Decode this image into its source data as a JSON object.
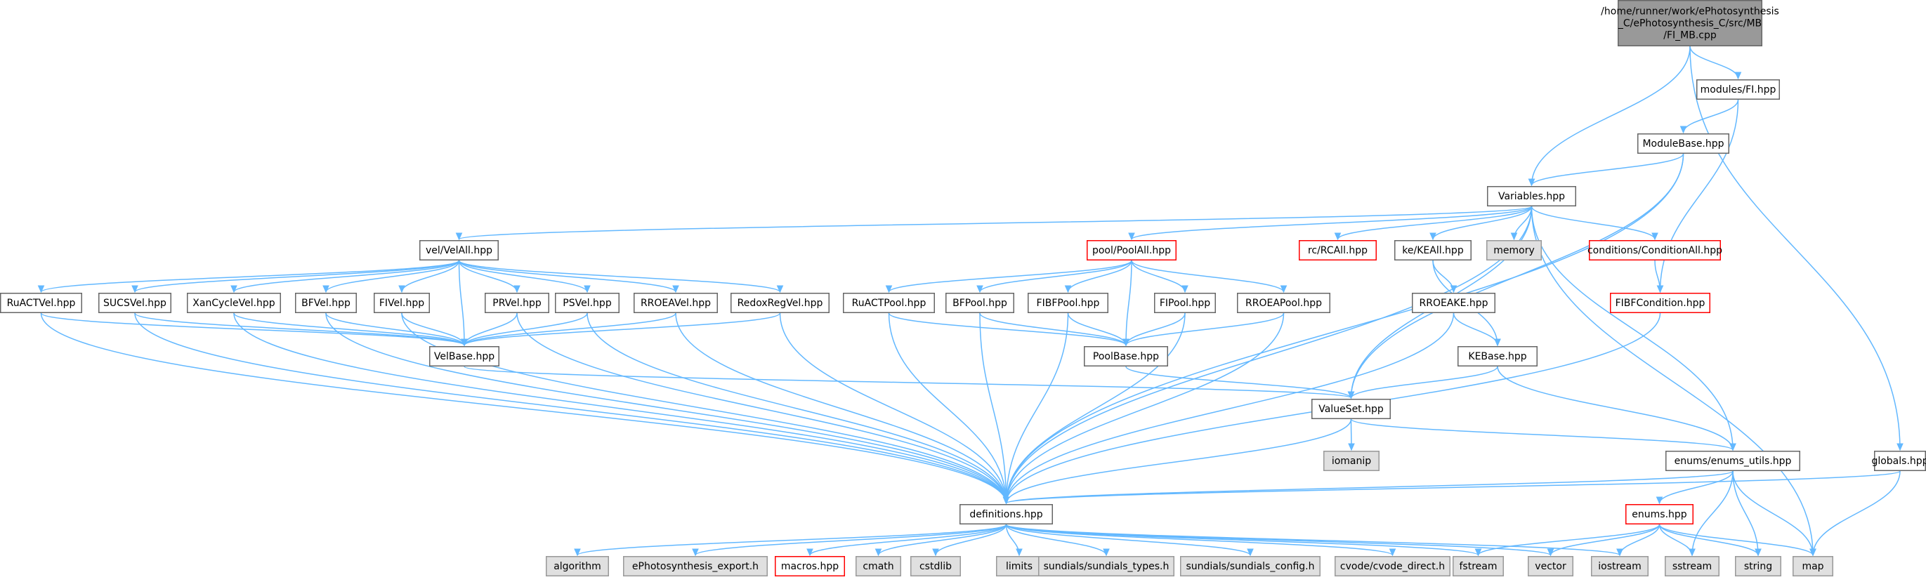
{
  "title": "/home/runner/work/ePhotosynthesis_C/ePhotosynthesis_C/src/MB/FI_MB.cpp",
  "colors": {
    "edge": "#63b8ff",
    "root_fill": "#999999",
    "root_border": "#666666",
    "header_border": "#666666",
    "system_fill": "#e0e0e0",
    "system_border": "#999999",
    "incomplete_border": "#ff0000"
  },
  "nodes": [
    {
      "id": "root",
      "kind": "root",
      "lines": [
        "/home/runner/work/ePhotosynthesis",
        "_C/ePhotosynthesis_C/src/MB",
        "/FI_MB.cpp"
      ]
    },
    {
      "id": "fi",
      "kind": "header",
      "lines": [
        "modules/FI.hpp"
      ]
    },
    {
      "id": "modulebase",
      "kind": "header",
      "lines": [
        "ModuleBase.hpp"
      ]
    },
    {
      "id": "variables",
      "kind": "header",
      "lines": [
        "Variables.hpp"
      ]
    },
    {
      "id": "velall",
      "kind": "header",
      "lines": [
        "vel/VelAll.hpp"
      ]
    },
    {
      "id": "poolall",
      "kind": "incomplete",
      "lines": [
        "pool/PoolAll.hpp"
      ]
    },
    {
      "id": "rcall",
      "kind": "incomplete",
      "lines": [
        "rc/RCAll.hpp"
      ]
    },
    {
      "id": "keall",
      "kind": "header",
      "lines": [
        "ke/KEAll.hpp"
      ]
    },
    {
      "id": "memory",
      "kind": "system",
      "lines": [
        "memory"
      ]
    },
    {
      "id": "condall",
      "kind": "incomplete",
      "lines": [
        "conditions/ConditionAll.hpp"
      ]
    },
    {
      "id": "rubactvel",
      "kind": "header",
      "lines": [
        "RuACTVel.hpp"
      ]
    },
    {
      "id": "sucsvel",
      "kind": "header",
      "lines": [
        "SUCSVel.hpp"
      ]
    },
    {
      "id": "xanvel",
      "kind": "header",
      "lines": [
        "XanCycleVel.hpp"
      ]
    },
    {
      "id": "bfvel",
      "kind": "header",
      "lines": [
        "BFVel.hpp"
      ]
    },
    {
      "id": "fivel",
      "kind": "header",
      "lines": [
        "FIVel.hpp"
      ]
    },
    {
      "id": "prvel",
      "kind": "header",
      "lines": [
        "PRVel.hpp"
      ]
    },
    {
      "id": "psvel",
      "kind": "header",
      "lines": [
        "PSVel.hpp"
      ]
    },
    {
      "id": "rroeavel",
      "kind": "header",
      "lines": [
        "RROEAVel.hpp"
      ]
    },
    {
      "id": "redoxvel",
      "kind": "header",
      "lines": [
        "RedoxRegVel.hpp"
      ]
    },
    {
      "id": "rubactpool",
      "kind": "header",
      "lines": [
        "RuACTPool.hpp"
      ]
    },
    {
      "id": "bfpool",
      "kind": "header",
      "lines": [
        "BFPool.hpp"
      ]
    },
    {
      "id": "fibfpool",
      "kind": "header",
      "lines": [
        "FIBFPool.hpp"
      ]
    },
    {
      "id": "fipool",
      "kind": "header",
      "lines": [
        "FIPool.hpp"
      ]
    },
    {
      "id": "rroeapool",
      "kind": "header",
      "lines": [
        "RROEAPool.hpp"
      ]
    },
    {
      "id": "rroeake",
      "kind": "header",
      "lines": [
        "RROEAKE.hpp"
      ]
    },
    {
      "id": "fibfcond",
      "kind": "incomplete",
      "lines": [
        "FIBFCondition.hpp"
      ]
    },
    {
      "id": "velbase",
      "kind": "header",
      "lines": [
        "VelBase.hpp"
      ]
    },
    {
      "id": "poolbase",
      "kind": "header",
      "lines": [
        "PoolBase.hpp"
      ]
    },
    {
      "id": "kebase",
      "kind": "header",
      "lines": [
        "KEBase.hpp"
      ]
    },
    {
      "id": "valueset",
      "kind": "header",
      "lines": [
        "ValueSet.hpp"
      ]
    },
    {
      "id": "iomanip",
      "kind": "system",
      "lines": [
        "iomanip"
      ]
    },
    {
      "id": "enumsutils",
      "kind": "header",
      "lines": [
        "enums/enums_utils.hpp"
      ]
    },
    {
      "id": "globals",
      "kind": "header",
      "lines": [
        "globals.hpp"
      ]
    },
    {
      "id": "enums",
      "kind": "incomplete",
      "lines": [
        "enums.hpp"
      ]
    },
    {
      "id": "definitions",
      "kind": "header",
      "lines": [
        "definitions.hpp"
      ]
    },
    {
      "id": "algorithm",
      "kind": "system",
      "lines": [
        "algorithm"
      ]
    },
    {
      "id": "export",
      "kind": "system",
      "lines": [
        "ePhotosynthesis_export.h"
      ]
    },
    {
      "id": "macros",
      "kind": "incomplete",
      "lines": [
        "macros.hpp"
      ]
    },
    {
      "id": "cmath",
      "kind": "system",
      "lines": [
        "cmath"
      ]
    },
    {
      "id": "cstdlib",
      "kind": "system",
      "lines": [
        "cstdlib"
      ]
    },
    {
      "id": "limits",
      "kind": "system",
      "lines": [
        "limits"
      ]
    },
    {
      "id": "sundtypes",
      "kind": "system",
      "lines": [
        "sundials/sundials_types.h"
      ]
    },
    {
      "id": "sundconfig",
      "kind": "system",
      "lines": [
        "sundials/sundials_config.h"
      ]
    },
    {
      "id": "cvode",
      "kind": "system",
      "lines": [
        "cvode/cvode_direct.h"
      ]
    },
    {
      "id": "fstream",
      "kind": "system",
      "lines": [
        "fstream"
      ]
    },
    {
      "id": "vector",
      "kind": "system",
      "lines": [
        "vector"
      ]
    },
    {
      "id": "iostream",
      "kind": "system",
      "lines": [
        "iostream"
      ]
    },
    {
      "id": "sstream",
      "kind": "system",
      "lines": [
        "sstream"
      ]
    },
    {
      "id": "string",
      "kind": "system",
      "lines": [
        "string"
      ]
    },
    {
      "id": "map",
      "kind": "system",
      "lines": [
        "map"
      ]
    }
  ],
  "edges": [
    [
      "root",
      "fi"
    ],
    [
      "root",
      "variables"
    ],
    [
      "root",
      "globals"
    ],
    [
      "fi",
      "modulebase"
    ],
    [
      "fi",
      "fibfcond"
    ],
    [
      "modulebase",
      "variables"
    ],
    [
      "modulebase",
      "valueset"
    ],
    [
      "modulebase",
      "definitions"
    ],
    [
      "variables",
      "velall"
    ],
    [
      "variables",
      "poolall"
    ],
    [
      "variables",
      "rcall"
    ],
    [
      "variables",
      "keall"
    ],
    [
      "variables",
      "memory"
    ],
    [
      "variables",
      "condall"
    ],
    [
      "variables",
      "valueset"
    ],
    [
      "variables",
      "definitions"
    ],
    [
      "variables",
      "enumsutils"
    ],
    [
      "variables",
      "map"
    ],
    [
      "velall",
      "rubactvel"
    ],
    [
      "velall",
      "sucsvel"
    ],
    [
      "velall",
      "xanvel"
    ],
    [
      "velall",
      "bfvel"
    ],
    [
      "velall",
      "fivel"
    ],
    [
      "velall",
      "prvel"
    ],
    [
      "velall",
      "psvel"
    ],
    [
      "velall",
      "rroeavel"
    ],
    [
      "velall",
      "redoxvel"
    ],
    [
      "velall",
      "velbase"
    ],
    [
      "rubactvel",
      "velbase"
    ],
    [
      "rubactvel",
      "definitions"
    ],
    [
      "sucsvel",
      "velbase"
    ],
    [
      "sucsvel",
      "definitions"
    ],
    [
      "xanvel",
      "velbase"
    ],
    [
      "xanvel",
      "definitions"
    ],
    [
      "bfvel",
      "velbase"
    ],
    [
      "bfvel",
      "definitions"
    ],
    [
      "fivel",
      "velbase"
    ],
    [
      "fivel",
      "definitions"
    ],
    [
      "prvel",
      "velbase"
    ],
    [
      "prvel",
      "definitions"
    ],
    [
      "psvel",
      "velbase"
    ],
    [
      "psvel",
      "definitions"
    ],
    [
      "rroeavel",
      "velbase"
    ],
    [
      "rroeavel",
      "definitions"
    ],
    [
      "redoxvel",
      "velbase"
    ],
    [
      "redoxvel",
      "definitions"
    ],
    [
      "poolall",
      "rubactpool"
    ],
    [
      "poolall",
      "bfpool"
    ],
    [
      "poolall",
      "fibfpool"
    ],
    [
      "poolall",
      "fipool"
    ],
    [
      "poolall",
      "rroeapool"
    ],
    [
      "poolall",
      "poolbase"
    ],
    [
      "rubactpool",
      "poolbase"
    ],
    [
      "rubactpool",
      "definitions"
    ],
    [
      "bfpool",
      "poolbase"
    ],
    [
      "bfpool",
      "definitions"
    ],
    [
      "fibfpool",
      "poolbase"
    ],
    [
      "fibfpool",
      "definitions"
    ],
    [
      "fipool",
      "poolbase"
    ],
    [
      "fipool",
      "definitions"
    ],
    [
      "rroeapool",
      "poolbase"
    ],
    [
      "rroeapool",
      "definitions"
    ],
    [
      "keall",
      "rroeake"
    ],
    [
      "keall",
      "kebase"
    ],
    [
      "rroeake",
      "kebase"
    ],
    [
      "rroeake",
      "definitions"
    ],
    [
      "condall",
      "fibfcond"
    ],
    [
      "fibfcond",
      "definitions"
    ],
    [
      "velbase",
      "valueset"
    ],
    [
      "poolbase",
      "valueset"
    ],
    [
      "kebase",
      "valueset"
    ],
    [
      "kebase",
      "enumsutils"
    ],
    [
      "valueset",
      "iomanip"
    ],
    [
      "valueset",
      "definitions"
    ],
    [
      "valueset",
      "enumsutils"
    ],
    [
      "enumsutils",
      "definitions"
    ],
    [
      "enumsutils",
      "enums"
    ],
    [
      "enumsutils",
      "sstream"
    ],
    [
      "enumsutils",
      "string"
    ],
    [
      "enumsutils",
      "map"
    ],
    [
      "globals",
      "definitions"
    ],
    [
      "globals",
      "map"
    ],
    [
      "enums",
      "fstream"
    ],
    [
      "enums",
      "vector"
    ],
    [
      "enums",
      "iostream"
    ],
    [
      "enums",
      "sstream"
    ],
    [
      "enums",
      "string"
    ],
    [
      "enums",
      "map"
    ],
    [
      "definitions",
      "algorithm"
    ],
    [
      "definitions",
      "export"
    ],
    [
      "definitions",
      "macros"
    ],
    [
      "definitions",
      "cmath"
    ],
    [
      "definitions",
      "cstdlib"
    ],
    [
      "definitions",
      "limits"
    ],
    [
      "definitions",
      "sundtypes"
    ],
    [
      "definitions",
      "sundconfig"
    ],
    [
      "definitions",
      "cvode"
    ],
    [
      "definitions",
      "fstream"
    ],
    [
      "definitions",
      "vector"
    ],
    [
      "definitions",
      "iostream"
    ]
  ]
}
